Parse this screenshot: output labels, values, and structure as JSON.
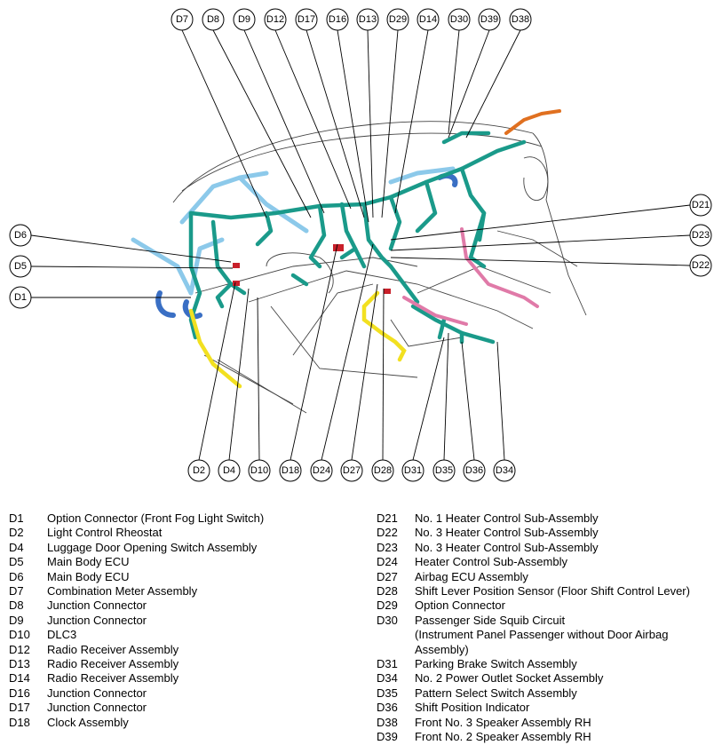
{
  "callouts_top": [
    "D7",
    "D8",
    "D9",
    "D12",
    "D17",
    "D16",
    "D13",
    "D29",
    "D14",
    "D30",
    "D39",
    "D38"
  ],
  "callouts_bottom": [
    "D2",
    "D4",
    "D10",
    "D18",
    "D24",
    "D27",
    "D28",
    "D31",
    "D35",
    "D36",
    "D34"
  ],
  "callouts_left": [
    "D6",
    "D5",
    "D1"
  ],
  "callouts_right": [
    "D21",
    "D23",
    "D22"
  ],
  "legend_left": [
    {
      "code": "D1",
      "desc": "Option Connector (Front Fog Light Switch)"
    },
    {
      "code": "D2",
      "desc": "Light Control Rheostat"
    },
    {
      "code": "D4",
      "desc": "Luggage Door Opening Switch Assembly"
    },
    {
      "code": "D5",
      "desc": "Main Body ECU"
    },
    {
      "code": "D6",
      "desc": "Main Body ECU"
    },
    {
      "code": "D7",
      "desc": "Combination Meter Assembly"
    },
    {
      "code": "D8",
      "desc": "Junction Connector"
    },
    {
      "code": "D9",
      "desc": "Junction Connector"
    },
    {
      "code": "D10",
      "desc": "DLC3"
    },
    {
      "code": "D12",
      "desc": "Radio Receiver Assembly"
    },
    {
      "code": "D13",
      "desc": "Radio Receiver Assembly"
    },
    {
      "code": "D14",
      "desc": "Radio Receiver Assembly"
    },
    {
      "code": "D16",
      "desc": "Junction Connector"
    },
    {
      "code": "D17",
      "desc": "Junction Connector"
    },
    {
      "code": "D18",
      "desc": "Clock Assembly"
    }
  ],
  "legend_right": [
    {
      "code": "D21",
      "desc": "No. 1 Heater Control Sub-Assembly"
    },
    {
      "code": "D22",
      "desc": "No. 3 Heater Control Sub-Assembly"
    },
    {
      "code": "D23",
      "desc": "No. 3 Heater Control Sub-Assembly"
    },
    {
      "code": "D24",
      "desc": "Heater Control Sub-Assembly"
    },
    {
      "code": "D27",
      "desc": "Airbag ECU Assembly"
    },
    {
      "code": "D28",
      "desc": "Shift Lever Position Sensor (Floor Shift Control Lever)"
    },
    {
      "code": "D29",
      "desc": "Option Connector"
    },
    {
      "code": "D30",
      "desc": "Passenger Side Squib Circuit"
    },
    {
      "code": "",
      "desc": "(Instrument Panel Passenger without Door Airbag"
    },
    {
      "code": "",
      "desc": "Assembly)"
    },
    {
      "code": "D31",
      "desc": "Parking Brake Switch Assembly"
    },
    {
      "code": "D34",
      "desc": "No. 2 Power Outlet Socket Assembly"
    },
    {
      "code": "D35",
      "desc": "Pattern Select Switch Assembly"
    },
    {
      "code": "D36",
      "desc": "Shift Position Indicator"
    },
    {
      "code": "D38",
      "desc": "Front No. 3 Speaker Assembly RH"
    },
    {
      "code": "D39",
      "desc": "Front No. 2 Speaker Assembly RH"
    }
  ],
  "colors": {
    "harness": "#1a9a8a",
    "harness_light": "#8cc9ea",
    "harness_blue": "#3a6fc4",
    "pink": "#e07aa8",
    "yellow": "#f2e020",
    "orange": "#e07020",
    "red": "#c8202a",
    "outline": "#444444"
  }
}
